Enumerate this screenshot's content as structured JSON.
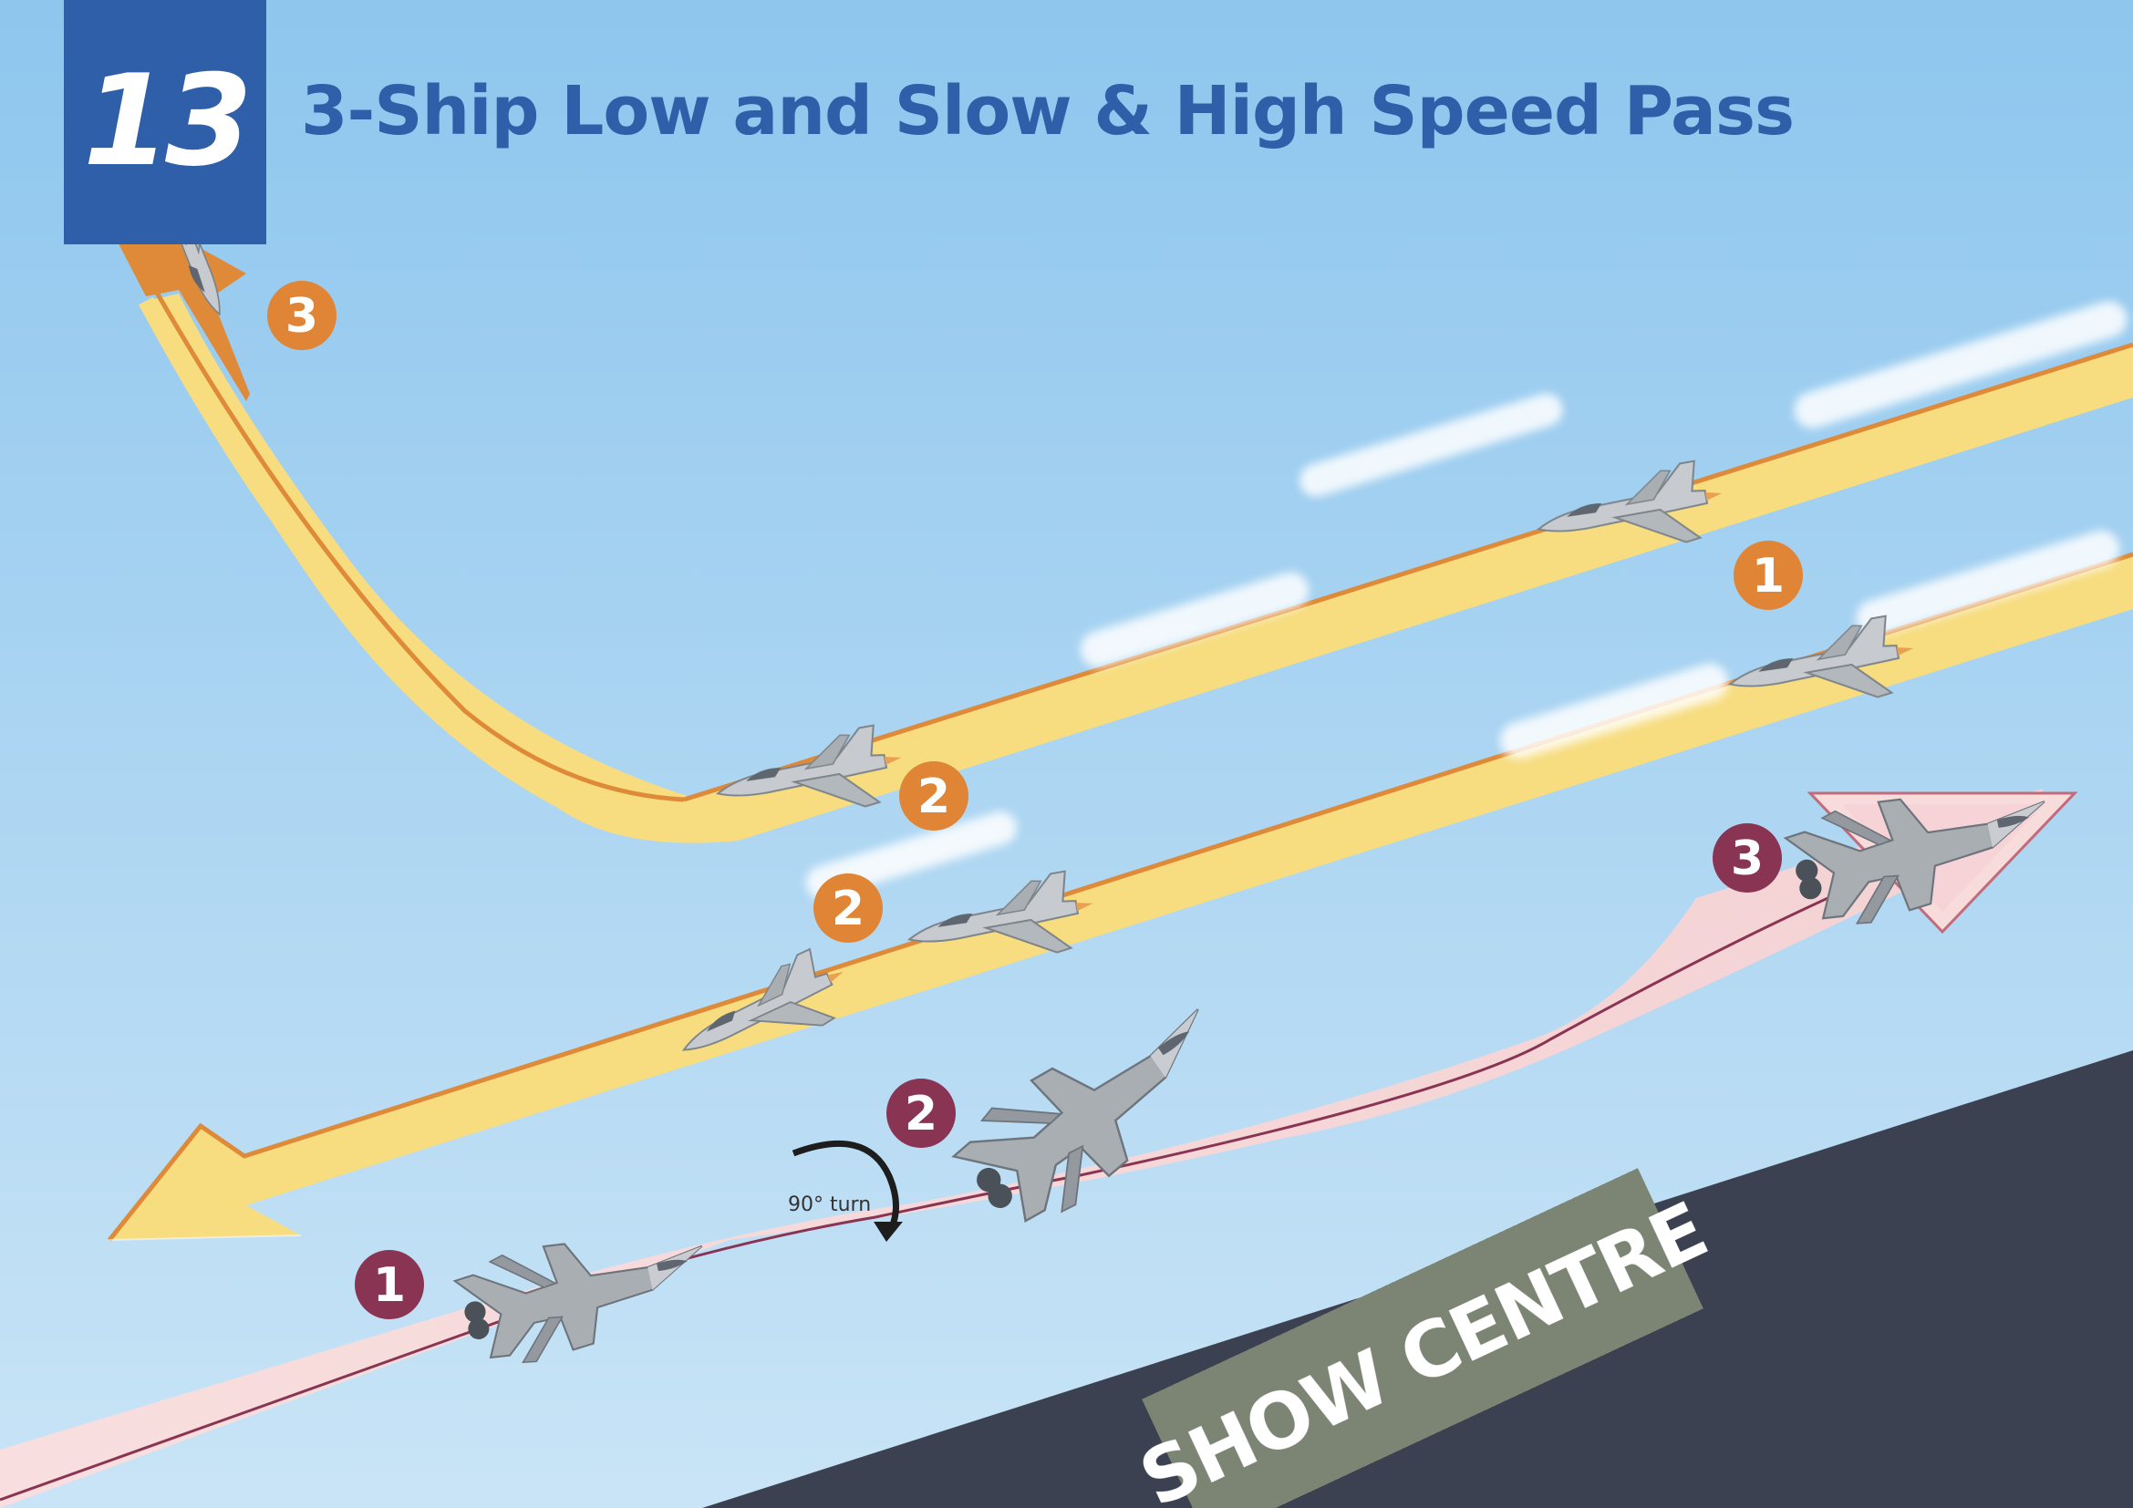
{
  "header": {
    "number": "13",
    "title": "3-Ship Low and Slow & High Speed Pass"
  },
  "markers": {
    "one": "1",
    "two": "2",
    "three": "3"
  },
  "labels": {
    "turn": "90° turn",
    "show_centre": "SHOW CENTRE"
  },
  "colors": {
    "sky_top": "#8ec6ee",
    "sky_bottom": "#c6e3f6",
    "title_blue": "#2e5fa8",
    "smoke_yellow": "#f7dd80",
    "trail_orange": "#de8a38",
    "path_pink": "#f6d9d9",
    "path_maroon": "#8a3454",
    "marker_orange": "#df8535",
    "marker_maroon": "#8a3454",
    "runway": "#3b4150",
    "show_centre_bg": "#7c8573"
  },
  "icons": [
    "fighter-jet-icon",
    "f15-jet-icon",
    "turn-arrow-icon",
    "arrowhead-icon"
  ]
}
